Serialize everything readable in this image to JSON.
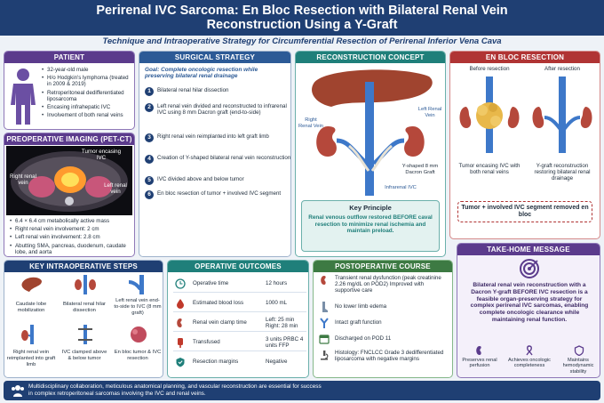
{
  "header": {
    "title_line1": "Perirenal IVC Sarcoma: En Bloc Resection with Bilateral Renal Vein",
    "title_line2": "Reconstruction Using a Y-Graft",
    "subtitle": "Technique and Intraoperative Strategy for Circumferential Resection of Perirenal Inferior Vena Cava"
  },
  "patient": {
    "title": "PATIENT",
    "items": [
      "32-year-old male",
      "H/o Hodgkin's lymphoma (treated in 2009 & 2019)",
      "Retroperitoneal dedifferentiated liposarcoma",
      "Encasing infrahepatic IVC",
      "Involvement of both renal veins"
    ]
  },
  "imaging": {
    "title": "PREOPERATIVE IMAGING (PET-CT)",
    "labels": {
      "tumor": "Tumor encasing IVC",
      "right": "Right renal vein",
      "left": "Left renal vein"
    },
    "items": [
      "6.4 × 6.4 cm metabolically active mass",
      "Right renal vein involvement: 2 cm",
      "Left renal vein involvement: 2.8 cm",
      "Abutting SMA, pancreas, duodenum, caudate lobe, and aorta"
    ]
  },
  "strategy": {
    "title": "SURGICAL STRATEGY",
    "goal": "Goal: Complete oncologic resection while preserving bilateral renal drainage",
    "steps": [
      {
        "n": "1",
        "text": "Bilateral renal hilar dissection"
      },
      {
        "n": "2",
        "text": "Left renal vein divided and reconstructed to infrarenal IVC using 8 mm Dacron graft (end-to-side)"
      },
      {
        "n": "3",
        "text": "Right renal vein reimplanted into left graft limb"
      },
      {
        "n": "4",
        "text": "Creation of Y-shaped bilateral renal vein reconstruction"
      },
      {
        "n": "5",
        "text": "IVC divided above and below tumor"
      },
      {
        "n": "6",
        "text": "En bloc resection of tumor + involved IVC segment"
      }
    ]
  },
  "reconstruction": {
    "title": "RECONSTRUCTION CONCEPT",
    "labels": {
      "right": "Right Renal Vein",
      "left": "Left Renal Vein",
      "graft": "Y-shaped 8 mm Dacron Graft",
      "ivc": "Infrarenal IVC"
    },
    "key_title": "Key Principle",
    "key_text": "Renal venous outflow restored BEFORE caval resection to minimize renal ischemia and maintain preload."
  },
  "enbloc": {
    "title": "EN BLOC RESECTION",
    "before": "Before resection",
    "after": "After resection",
    "before_caption": "Tumor encasing IVC with both renal veins",
    "after_caption": "Y-graft reconstruction restoring bilateral renal drainage",
    "result": "Tumor + involved IVC segment removed en bloc"
  },
  "steps": {
    "title": "KEY INTRAOPERATIVE STEPS",
    "items": [
      "Caudate lobe mobilization",
      "Bilateral renal hilar dissection",
      "Left renal vein end-to-side to IVC (8 mm graft)",
      "Right renal vein reimplanted into graft limb",
      "IVC clamped above & below tumor",
      "En bloc tumor & IVC resection"
    ]
  },
  "outcomes": {
    "title": "OPERATIVE OUTCOMES",
    "rows": [
      {
        "label": "Operative time",
        "value": "12 hours"
      },
      {
        "label": "Estimated blood loss",
        "value": "1000 mL"
      },
      {
        "label": "Renal vein clamp time",
        "value": "Left: 25 min Right: 28 min"
      },
      {
        "label": "Transfused",
        "value": "3 units PRBC 4 units FFP"
      },
      {
        "label": "Resection margins",
        "value": "Negative"
      }
    ]
  },
  "postop": {
    "title": "POSTOPERATIVE COURSE",
    "rows": [
      "Transient renal dysfunction (peak creatinine 2.26 mg/dL on POD2) Improved with supportive care",
      "No lower limb edema",
      "Intact graft function",
      "Discharged on POD 11",
      "Histology: FNCLCC Grade 3 dedifferentiated liposarcoma with negative margins"
    ]
  },
  "takehome": {
    "title": "TAKE-HOME MESSAGE",
    "text": "Bilateral renal vein reconstruction with a Dacron Y-graft BEFORE IVC resection is a feasible organ-preserving strategy for complex perirenal IVC sarcomas, enabling complete oncologic clearance while maintaining renal function.",
    "icons": [
      "Preserves renal perfusion",
      "Achieves oncologic completeness",
      "Maintains hemodynamic stability"
    ]
  },
  "footer": {
    "line1": "Multidisciplinary collaboration, meticulous anatomical planning, and vascular reconstruction are essential for success",
    "line2": "in complex retroperitoneal sarcomas involving the IVC and renal veins."
  },
  "colors": {
    "navy": "#1f3f73",
    "purple": "#5b3b8c",
    "teal": "#1f7f7a",
    "red": "#b03434",
    "vein": "#3d78c9",
    "kidney": "#b5483b",
    "liver": "#a0442f",
    "tumor": "#e8b84a"
  }
}
